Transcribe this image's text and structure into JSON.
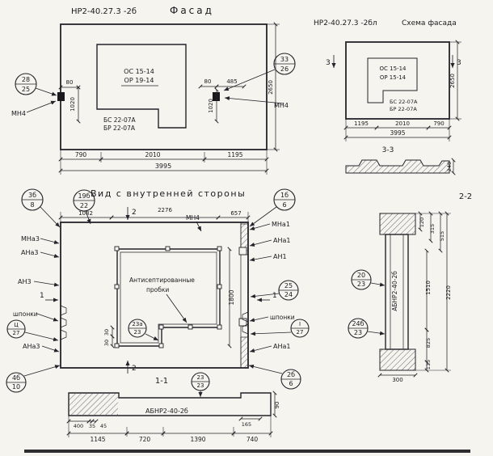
{
  "palette": {
    "ink": "#1a1a1e",
    "paper": "#f5f4ef"
  },
  "facade": {
    "code": "НР2-40.27.3 -2б",
    "name": "Фасад",
    "co_l_t": "28",
    "co_l_b": "25",
    "co_r_t": "33",
    "co_r_b": "26",
    "mn4_l": "МН4",
    "mn4_r": "МН4",
    "op1": "ОС 15-14",
    "op2": "ОР 19-14",
    "sill1": "БС 22-07А",
    "sill2": "БР 22-07А",
    "d80l": "80",
    "d80r": "80",
    "d485": "485",
    "d1020l": "1020",
    "d1020r": "1020",
    "d2650": "2650",
    "d790": "790",
    "d2010": "2010",
    "d1195": "1195",
    "d3995": "3995"
  },
  "scheme": {
    "code": "НР2-40.27.3 -2бл",
    "name": "Схема фасада",
    "mark": "3",
    "op1": "ОС 15-14",
    "op2": "ОР 15-14",
    "sill1": "БС 22-07А",
    "sill2": "БР 22-07А",
    "d2650": "2650",
    "d1195": "1195",
    "d2010": "2010",
    "d790": "790",
    "d3995": "3995",
    "sec_title": "3-3",
    "d240": "240"
  },
  "inner": {
    "title": "Вид с внутренней стороны",
    "c1t": "3б",
    "c1b": "8",
    "c2t": "19б",
    "c2b": "22",
    "c3t": "1б",
    "c3b": "6",
    "d1082": "1082",
    "d2276": "2276",
    "d657": "657",
    "mn4": "МН4",
    "mna3": "МНа3",
    "ana3_top": "АНа3",
    "an3": "АН3",
    "shponki_l": "шпонки",
    "col_t": "Ц",
    "col_b": "27",
    "ana3_bot": "АНа3",
    "c4t": "4б",
    "c4b": "10",
    "mna1": "МНа1",
    "ana1_top": "АНа1",
    "an1": "АН1",
    "c25t": "25",
    "c25b": "24",
    "shponki_r": "шпонки",
    "cor_t": "I",
    "cor_b": "27",
    "ana1_bot": "АНа1",
    "c2bt": "2б",
    "c2bb": "6",
    "plugs1": "Антисептированные",
    "plugs2": "пробки",
    "c23at": "23а",
    "c23ab": "23",
    "d1800": "1800",
    "d30a": "30",
    "d30b": "30",
    "mark2": "2",
    "mark1": "1",
    "sec_title": "1-1"
  },
  "section_1_1": {
    "label": "АБНР2-40-2б",
    "c23t": "23",
    "c23b": "23",
    "d400": "400",
    "d35": "35",
    "d45": "45",
    "d165": "165",
    "d90": "90",
    "d1145": "1145",
    "d720": "720",
    "d1390": "1390",
    "d740": "740"
  },
  "section_2_2": {
    "title": "2-2",
    "label": "АБНР2-40-2б",
    "c20t": "20",
    "c20b": "23",
    "c24t": "24б",
    "c24b": "23",
    "d120": "120",
    "d315": "315",
    "d515": "515",
    "d1510": "1510",
    "d2220": "2220",
    "d825": "825",
    "d115": "115",
    "d300": "300"
  }
}
